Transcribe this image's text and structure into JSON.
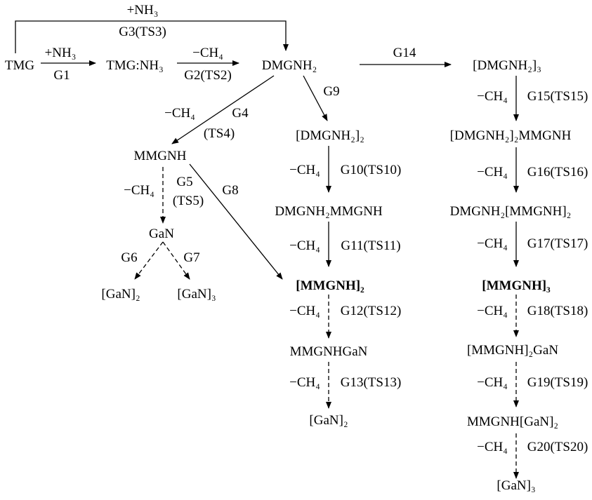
{
  "species": {
    "tmg": "TMG",
    "tmg_nh3": "TMG:NH₃",
    "dmgnh2": "DMGNH₂",
    "dmgnh2_3": "[DMGNH₂]₃",
    "dmgnh2_2_mmgnh": "[DMGNH₂]₂MMGNH",
    "dmgnh2_mmgnh_2": "DMGNH₂[MMGNH]₂",
    "mmgnh_3": "[MMGNH]₃",
    "mmgnh_2_gan": "[MMGNH]₂GaN",
    "mmgnh_gan_2": "MMGNH[GaN]₂",
    "gan_3_right": "[GaN]₃",
    "dmgnh2_2": "[DMGNH₂]₂",
    "dmgnh2mmgnh": "DMGNH₂MMGNH",
    "mmgnh_2": "[MMGNH]₂",
    "mmgnhgan": "MMGNHGaN",
    "gan_2_mid": "[GaN]₂",
    "mmgnh": "MMGNH",
    "gan": "GaN",
    "gan_2_left": "[GaN]₂",
    "gan_3_left": "[GaN]₃"
  },
  "labels": {
    "plus_nh3": "+NH₃",
    "minus_ch4": "−CH₄",
    "g1": "G1",
    "g2": "G2(TS2)",
    "g3": "G3(TS3)",
    "g4": "G4",
    "ts4": "(TS4)",
    "g5": "G5",
    "ts5": "(TS5)",
    "g6": "G6",
    "g7": "G7",
    "g8": "G8",
    "g9": "G9",
    "g10": "G10(TS10)",
    "g11": "G11(TS11)",
    "g12": "G12(TS12)",
    "g13": "G13(TS13)",
    "g14": "G14",
    "g15": "G15(TS15)",
    "g16": "G16(TS16)",
    "g17": "G17(TS17)",
    "g18": "G18(TS18)",
    "g19": "G19(TS19)",
    "g20": "G20(TS20)"
  }
}
